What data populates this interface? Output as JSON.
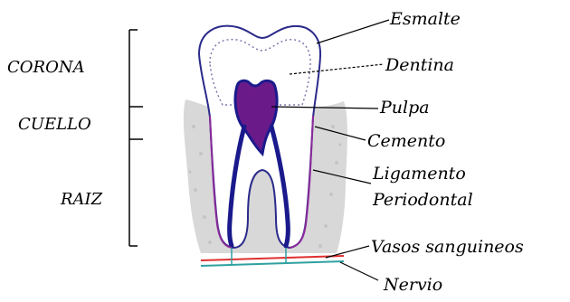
{
  "zones": {
    "corona": "CORONA",
    "cuello": "CUELLO",
    "raiz": "RAIZ"
  },
  "labels": {
    "esmalte": "Esmalte",
    "dentina": "Dentina",
    "pulpa": "Pulpa",
    "cemento": "Cemento",
    "ligamento_line1": "Ligamento",
    "ligamento_line2": "Periodontal",
    "vasos": "Vasos sanguineos",
    "nervio": "Nervio"
  },
  "colors": {
    "enamel_outline": "#2a2a8a",
    "pulp": "#1a1a8c",
    "pulp_fill": "#6b1a8a",
    "gum": "#d8d8d8",
    "blood_vessel": "#e03030",
    "nerve": "#30a0a0"
  }
}
